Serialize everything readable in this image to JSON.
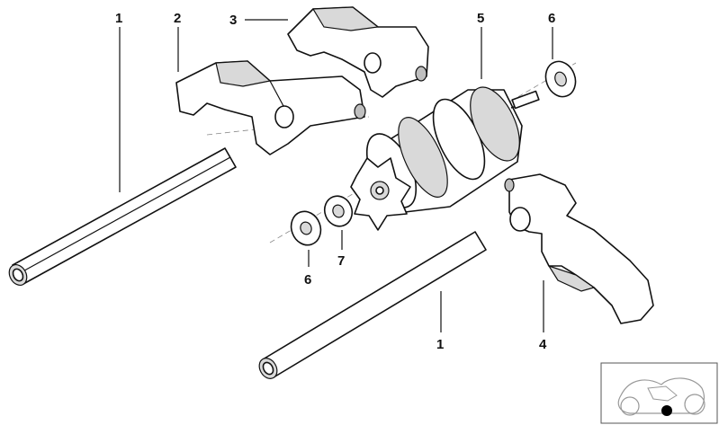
{
  "callouts": {
    "c1a": "1",
    "c2": "2",
    "c3": "3",
    "c5": "5",
    "c6a": "6",
    "c6b": "6",
    "c7": "7",
    "c1b": "1",
    "c4": "4"
  },
  "colors": {
    "line": "#111111",
    "shade": "#d9d9d9",
    "background": "#ffffff"
  },
  "icons": {
    "thumbnail": "motorcycle-thumbnail-icon"
  }
}
